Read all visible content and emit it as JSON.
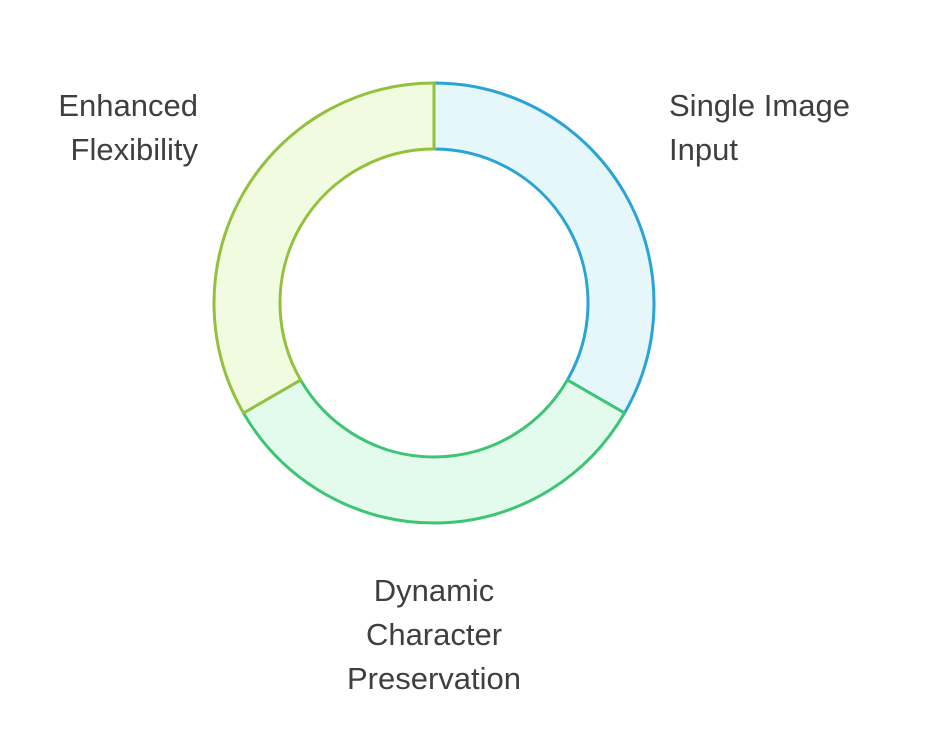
{
  "segments": [
    {
      "name": "single-image-input",
      "label_lines": [
        "Single Image",
        "Input"
      ],
      "fill": "#e6f7fc",
      "stroke": "#2aa3d6"
    },
    {
      "name": "dynamic-character-preservation",
      "label_lines": [
        "Dynamic",
        "Character",
        "Preservation"
      ],
      "fill": "#e3fbed",
      "stroke": "#3cc572"
    },
    {
      "name": "enhanced-flexibility",
      "label_lines": [
        "Enhanced",
        "Flexibility"
      ],
      "fill": "#f1fbdf",
      "stroke": "#93c13d"
    }
  ]
}
